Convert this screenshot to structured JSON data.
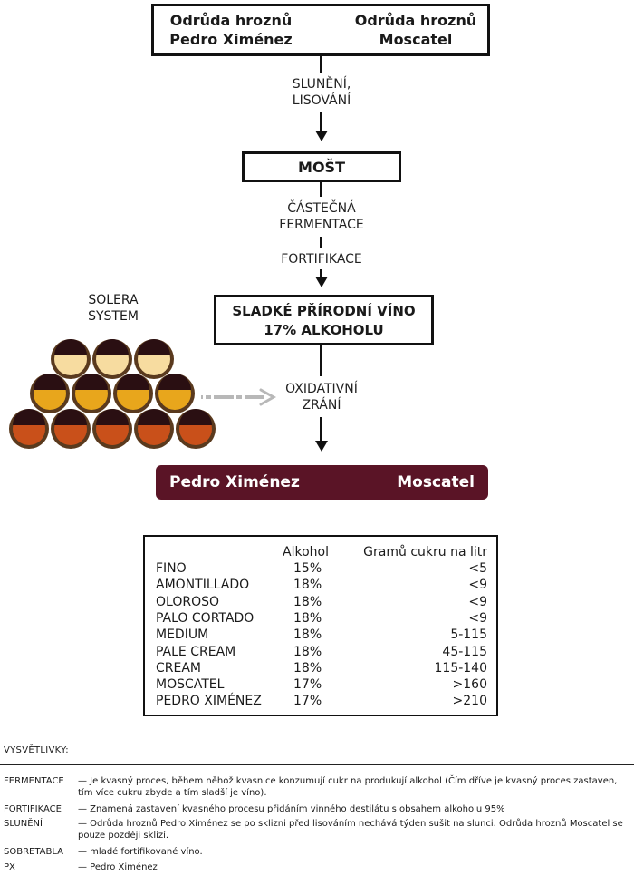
{
  "grapes": {
    "left_line1": "Odrůda hroznů",
    "left_line2": "Pedro Ximénez",
    "right_line1": "Odrůda hroznů",
    "right_line2": "Moscatel"
  },
  "step1": {
    "line1": "SLUNĚNÍ,",
    "line2": "LISOVÁNÍ"
  },
  "must": {
    "label": "MOŠT"
  },
  "step2": {
    "line1": "ČÁSTEČNÁ",
    "line2": "FERMENTACE",
    "line3": "FORTIFIKACE"
  },
  "wine": {
    "line1": "SLADKÉ PŘÍRODNÍ VÍNO",
    "line2": "17% ALKOHOLU"
  },
  "solera": {
    "line1": "SOLERA",
    "line2": "SYSTEM"
  },
  "step3": {
    "line1": "OXIDATIVNÍ",
    "line2": "ZRÁNÍ"
  },
  "banner": {
    "left": "Pedro Ximénez",
    "right": "Moscatel"
  },
  "table": {
    "headers": {
      "alcohol": "Alkohol",
      "sugar": "Gramů cukru na litr"
    },
    "rows": [
      {
        "name": "FINO",
        "alcohol": "15%",
        "sugar": "<5"
      },
      {
        "name": "AMONTILLADO",
        "alcohol": "18%",
        "sugar": "<9"
      },
      {
        "name": "OLOROSO",
        "alcohol": "18%",
        "sugar": "<9"
      },
      {
        "name": "PALO CORTADO",
        "alcohol": "18%",
        "sugar": "<9"
      },
      {
        "name": "MEDIUM",
        "alcohol": "18%",
        "sugar": "5-115"
      },
      {
        "name": "PALE CREAM",
        "alcohol": "18%",
        "sugar": "45-115"
      },
      {
        "name": "CREAM",
        "alcohol": "18%",
        "sugar": "115-140"
      },
      {
        "name": "MOSCATEL",
        "alcohol": "17%",
        "sugar": ">160"
      },
      {
        "name": "PEDRO XIMÉNEZ",
        "alcohol": "17%",
        "sugar": ">210"
      }
    ]
  },
  "legend": {
    "title": "VYSVĚTLIVKY:",
    "items": [
      {
        "term": "FERMENTACE",
        "def": "— Je kvasný proces, během něhož kvasnice konzumují cukr na produkují alkohol (Čím dříve je kvasný proces zastaven, tím více cukru zbyde a tím sladší je víno)."
      },
      {
        "term": "FORTIFIKACE",
        "def": "— Znamená zastavení kvasného procesu přidáním vinného destilátu s obsahem alkoholu 95%"
      },
      {
        "term": "SLUNĚNÍ",
        "def": "— Odrůda hroznů Pedro Ximénez se po sklizni před lisováním nechává týden sušit na slunci. Odrůda hroznů Moscatel se pouze později sklízí."
      },
      {
        "term": "SOBRETABLA",
        "def": "— mladé fortifikované víno."
      },
      {
        "term": "PX",
        "def": "— Pedro Ximénez"
      }
    ]
  },
  "colors": {
    "banner": "#5a1426",
    "barrel_rim": "#5a3a1e",
    "barrel_top_row": "#f7dca0",
    "barrel_mid_row": "#e8a61c",
    "barrel_bottom_row": "#c9501a",
    "barrel_wine_top": "#2a0f12"
  }
}
